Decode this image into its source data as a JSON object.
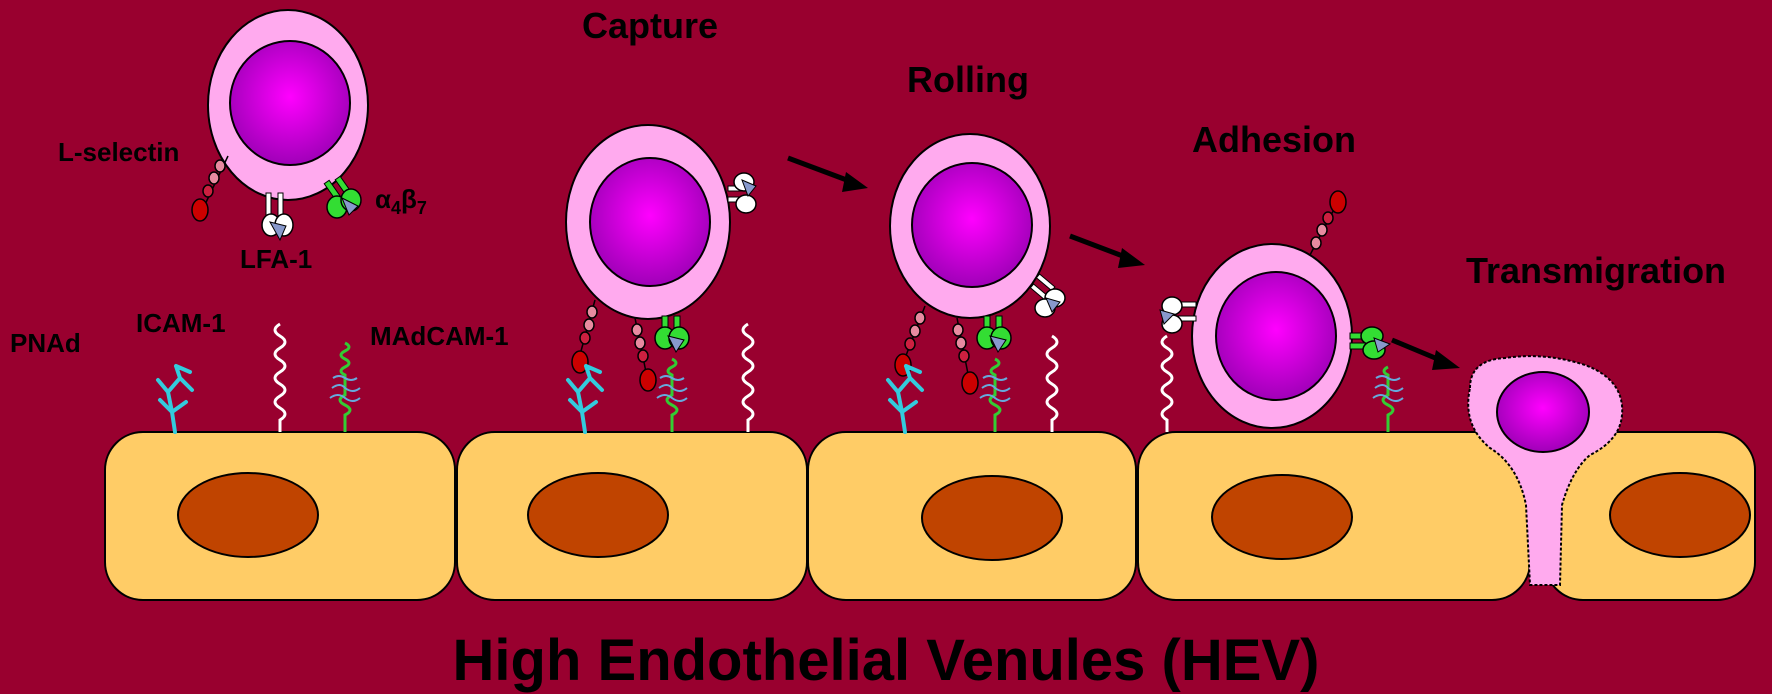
{
  "title": "High Endothelial Venules (HEV)",
  "stages": {
    "capture": "Capture",
    "rolling": "Rolling",
    "adhesion": "Adhesion",
    "transmigration": "Transmigration"
  },
  "molecules": {
    "l_selectin": "L-selectin",
    "alpha4beta7": "α4β7",
    "lfa1": "LFA-1",
    "pnad": "PNAd",
    "icam1": "ICAM-1",
    "madcam1": "MAdCAM-1"
  },
  "colors": {
    "background": "#99002f",
    "endothelial_cell": "#ffcc66",
    "endothelial_nucleus": "#c04400",
    "lymphocyte_membrane": "#ffaaee",
    "lymphocyte_nucleus": "#ee00ee",
    "l_selectin": "#cc0000",
    "integrin_a4b7": "#33dd33",
    "lfa1": "#ffffff",
    "pnad": "#33ccdd",
    "icam1": "#ffffff",
    "madcam1": "#33cc33"
  }
}
